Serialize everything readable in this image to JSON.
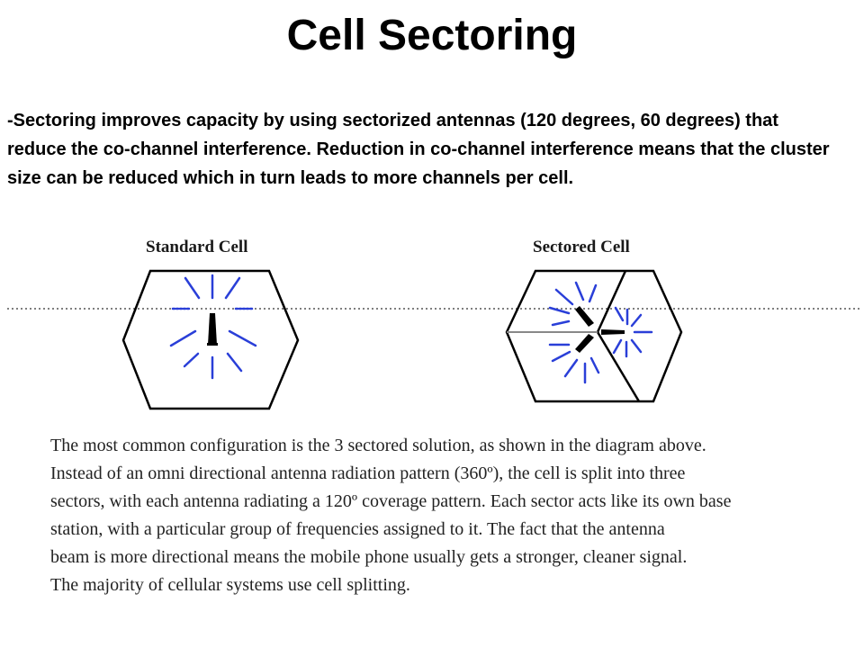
{
  "title": "Cell Sectoring",
  "bullet": "-Sectoring improves capacity by using sectorized antennas (120 degrees, 60 degrees) that reduce the co-channel interference. Reduction in co-channel interference means that the cluster size can be reduced which in turn leads to more channels per cell.",
  "diagrams": {
    "standard_label": "Standard Cell",
    "sectored_label": "Sectored Cell"
  },
  "caption_lines": [
    "The most common configuration is the 3 sectored solution, as shown in the diagram above.",
    "Instead of an omni directional antenna radiation pattern (360º), the cell is split into three",
    "sectors, with each antenna radiating a 120º coverage pattern.  Each sector acts like its own base",
    "station, with a particular group of frequencies assigned to it.  The fact that the antenna",
    "beam is more directional means the mobile phone usually gets a stronger, cleaner signal.",
    "The majority of cellular systems use cell splitting."
  ],
  "colors": {
    "ray_blue": "#2a3fd8",
    "outline": "#000000",
    "dotted_line": "#555555"
  }
}
